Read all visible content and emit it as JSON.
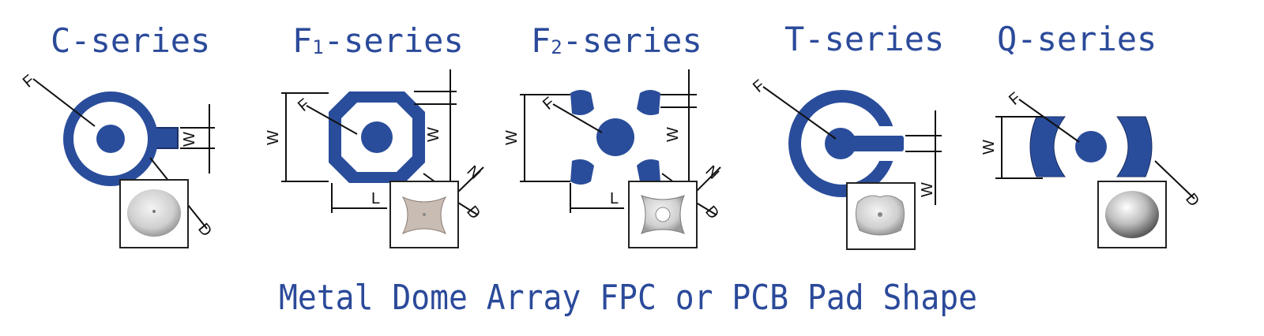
{
  "series": [
    {
      "id": "c",
      "prefix": "C",
      "subscript": "",
      "suffix": "-series"
    },
    {
      "id": "f1",
      "prefix": "F",
      "subscript": "1",
      "suffix": "-series"
    },
    {
      "id": "f2",
      "prefix": "F",
      "subscript": "2",
      "suffix": "-series"
    },
    {
      "id": "t",
      "prefix": "T",
      "subscript": "",
      "suffix": "-series"
    },
    {
      "id": "q",
      "prefix": "Q",
      "subscript": "",
      "suffix": "-series"
    }
  ],
  "dimension_labels": {
    "F": "F",
    "D": "D",
    "W": "W",
    "L": "L",
    "N": "N"
  },
  "caption": "Metal Dome Array FPC or PCB Pad Shape",
  "colors": {
    "pad": "#2a4d9b",
    "title": "#2b4a9a",
    "line": "#111111"
  }
}
